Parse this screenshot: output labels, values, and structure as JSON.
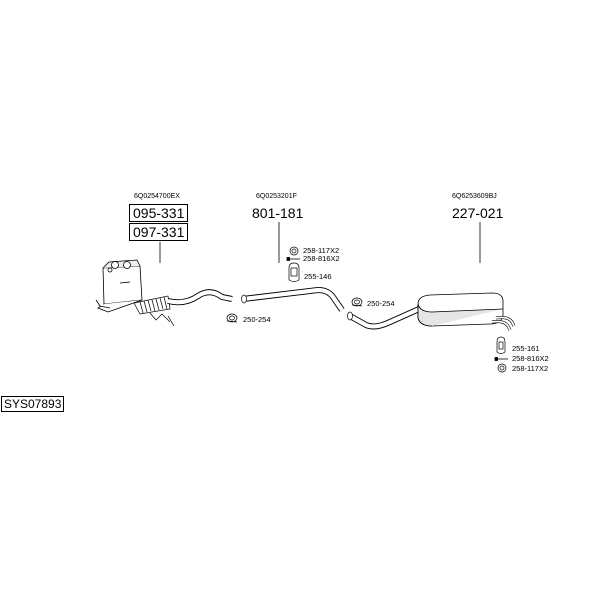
{
  "system": {
    "code": "SYS07893"
  },
  "groups": {
    "front": {
      "oem": "6Q0254700EX",
      "parts": [
        "095-331",
        "097-331"
      ],
      "accessory": "250-254"
    },
    "middle": {
      "oem": "6Q0253201F",
      "part": "801-181",
      "accessories": [
        "258-117X2",
        "258-816X2",
        "255-146"
      ],
      "clamp": "250-254"
    },
    "rear": {
      "oem": "6Q6253609BJ",
      "part": "227-021",
      "accessories": [
        "255-161",
        "258-816X2",
        "258-117X2"
      ]
    }
  },
  "colors": {
    "line": "#000000",
    "pipe_fill": "#ffffff",
    "shade": "#d9d9d9"
  }
}
